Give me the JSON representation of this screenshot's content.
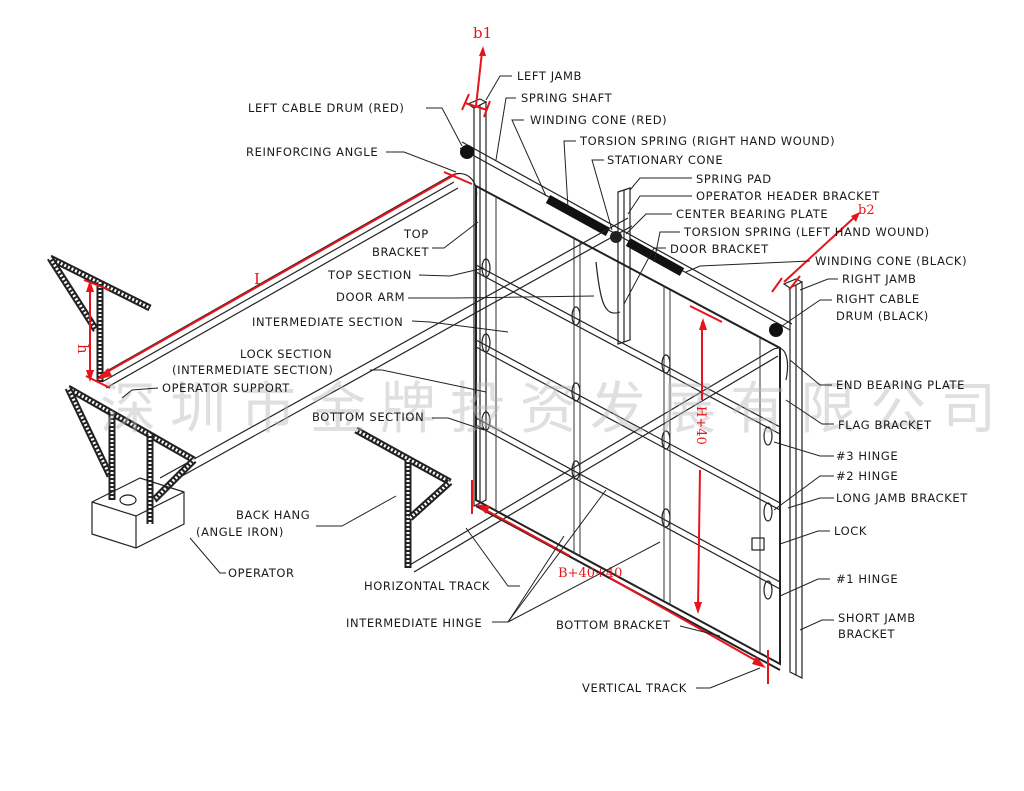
{
  "diagram": {
    "title": "Sectional garage door component diagram",
    "labels": {
      "left_jamb": "LEFT JAMB",
      "spring_shaft": "SPRING SHAFT",
      "left_cable_drum": "LEFT CABLE DRUM (RED)",
      "winding_cone_red": "WINDING CONE (RED)",
      "reinforcing_angle": "REINFORCING ANGLE",
      "torsion_spring_rh": "TORSION SPRING (RIGHT HAND WOUND)",
      "stationary_cone": "STATIONARY CONE",
      "spring_pad": "SPRING PAD",
      "operator_header_bracket": "OPERATOR HEADER BRACKET",
      "center_bearing_plate": "CENTER BEARING PLATE",
      "torsion_spring_lh": "TORSION SPRING (LEFT HAND WOUND)",
      "top_bracket_1": "TOP",
      "top_bracket_2": "BRACKET",
      "door_bracket": "DOOR BRACKET",
      "winding_cone_black": "WINDING CONE (BLACK)",
      "top_section": "TOP SECTION",
      "right_jamb": "RIGHT JAMB",
      "door_arm": "DOOR ARM",
      "right_cable_drum_1": "RIGHT CABLE",
      "right_cable_drum_2": "DRUM (BLACK)",
      "intermediate_section": "INTERMEDIATE SECTION",
      "lock_section_1": "LOCK SECTION",
      "lock_section_2": "(INTERMEDIATE SECTION)",
      "operator_support": "OPERATOR SUPPORT",
      "end_bearing_plate": "END BEARING PLATE",
      "bottom_section": "BOTTOM SECTION",
      "flag_bracket": "FLAG BRACKET",
      "hinge_3": "#3 HINGE",
      "hinge_2": "#2 HINGE",
      "long_jamb_bracket": "LONG JAMB BRACKET",
      "back_hang_1": "BACK HANG",
      "back_hang_2": "(ANGLE IRON)",
      "lock": "LOCK",
      "operator": "OPERATOR",
      "horizontal_track": "HORIZONTAL TRACK",
      "hinge_1": "#1 HINGE",
      "intermediate_hinge": "INTERMEDIATE HINGE",
      "bottom_bracket": "BOTTOM BRACKET",
      "short_jamb_bracket_1": "SHORT JAMB",
      "short_jamb_bracket_2": "BRACKET",
      "vertical_track": "VERTICAL TRACK"
    },
    "dimensions": {
      "b1": "b1",
      "b2": "b2",
      "L": "L",
      "h": "h",
      "height": "H+40",
      "width": "B+40+40"
    },
    "watermark": "深圳市金牌投资发展有限公司",
    "colors": {
      "dimension": "#e8141c",
      "ink": "#222222",
      "watermark": "#b9b9b9"
    }
  }
}
